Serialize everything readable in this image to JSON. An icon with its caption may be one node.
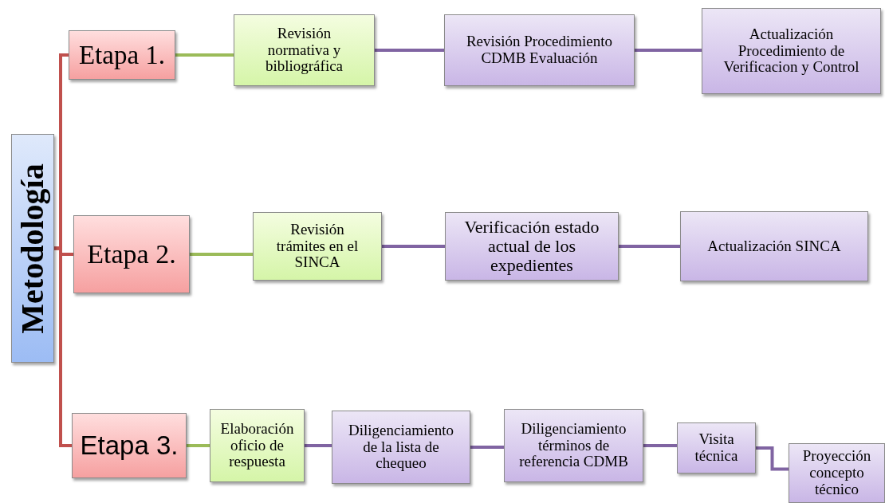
{
  "diagram": {
    "nodes": [
      {
        "text": [
          "Metodología"
        ]
      },
      {
        "text": [
          "Etapa 1."
        ]
      },
      {
        "text": [
          "Revisión normativa y bibliográfica"
        ]
      },
      {
        "text": [
          "Revisión Procedimiento CDMB Evaluación"
        ]
      },
      {
        "text": [
          "Actualización Procedimiento de Verificacion y Control"
        ]
      },
      {
        "text": [
          "Etapa 2."
        ]
      },
      {
        "text": [
          "Revisión trámites en el SINCA"
        ]
      },
      {
        "text": [
          "Verificación estado actual de los expedientes"
        ]
      },
      {
        "text": [
          "Actualización SINCA"
        ]
      },
      {
        "text": [
          "Etapa 3."
        ]
      },
      {
        "text": [
          "Elaboración oficio de respuesta"
        ]
      },
      {
        "text": [
          "Diligenciamiento de la lista de chequeo"
        ]
      },
      {
        "text": [
          "Diligenciamiento términos de referencia CDMB"
        ]
      },
      {
        "text": [
          "Visita técnica"
        ]
      },
      {
        "text": [
          "Proyección concepto técnico"
        ]
      }
    ],
    "edges": [
      {
        "from": 0,
        "to": 1,
        "arrow": "none",
        "color": "#c0504d"
      },
      {
        "from": 0,
        "to": 5,
        "arrow": "none",
        "color": "#c0504d"
      },
      {
        "from": 0,
        "to": 9,
        "arrow": "none",
        "color": "#c0504d"
      },
      {
        "from": 1,
        "to": 2,
        "arrow": "none",
        "color": "#9bbb59"
      },
      {
        "from": 2,
        "to": 3,
        "arrow": "none"
      },
      {
        "from": 3,
        "to": 4,
        "arrow": "none"
      },
      {
        "from": 5,
        "to": 6,
        "arrow": "none",
        "color": "#9bbb59"
      },
      {
        "from": 6,
        "to": 7,
        "arrow": "none"
      },
      {
        "from": 7,
        "to": 8,
        "arrow": "none"
      },
      {
        "from": 9,
        "to": 10,
        "arrow": "none",
        "color": "#9bbb59"
      },
      {
        "from": 10,
        "to": 11,
        "arrow": "none"
      },
      {
        "from": 11,
        "to": 12,
        "arrow": "none"
      },
      {
        "from": 12,
        "to": 13,
        "arrow": "none"
      },
      {
        "from": 13,
        "to": 14,
        "arrow": "none"
      }
    ]
  }
}
